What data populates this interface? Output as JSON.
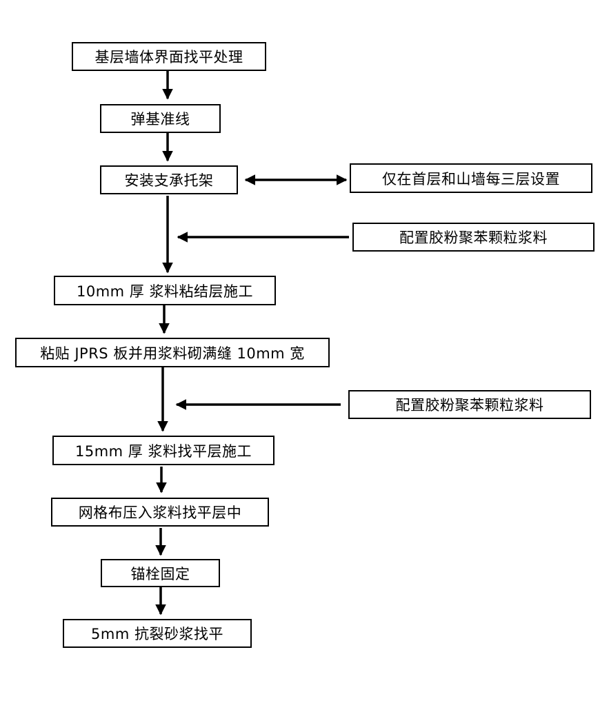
{
  "flowchart": {
    "steps": [
      "基层墙体界面找平处理",
      "弹基准线",
      "安装支承托架",
      "10mm 厚 浆料粘结层施工",
      "粘贴 JPRS 板并用浆料砌满缝 10mm 宽",
      "15mm 厚 浆料找平层施工",
      "网格布压入浆料找平层中",
      "锚栓固定",
      "5mm 抗裂砂浆找平"
    ],
    "side_notes": [
      "仅在首层和山墙每三层设置",
      "配置胶粉聚苯颗粒浆料",
      "配置胶粉聚苯颗粒浆料"
    ]
  },
  "colors": {
    "line": "#000000",
    "background": "#ffffff"
  }
}
